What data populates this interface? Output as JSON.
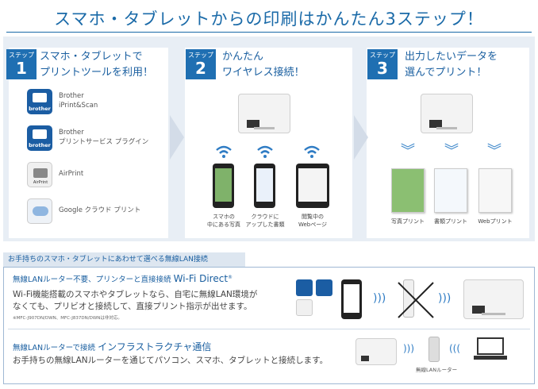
{
  "header": {
    "title": "スマホ・タブレットからの印刷はかんたん3ステップ！"
  },
  "steps": [
    {
      "label": "ステップ",
      "number": "1",
      "title_line1": "スマホ・タブレットで",
      "title_line2": "プリントツールを利用！"
    },
    {
      "label": "ステップ",
      "number": "2",
      "title_line1": "かんたん",
      "title_line2": "ワイヤレス接続！"
    },
    {
      "label": "ステップ",
      "number": "3",
      "title_line1": "出力したいデータを",
      "title_line2": "選んでプリント！"
    }
  ],
  "apps": [
    {
      "line1": "Brother",
      "line2": "iPrint&Scan",
      "icon": "brother-app-icon",
      "icon_text": "brother"
    },
    {
      "line1": "Brother",
      "line2": "プリントサービス プラグイン",
      "icon": "brother-plugin-icon",
      "icon_text": "brother"
    },
    {
      "line1": "AirPrint",
      "line2": "",
      "icon": "airprint-icon",
      "icon_text": "AirPrint"
    },
    {
      "line1": "Google クラウド プリント",
      "line2": "",
      "icon": "google-cloud-print-icon",
      "icon_text": ""
    }
  ],
  "devices": [
    {
      "line1": "スマホの",
      "line2": "中にある写真"
    },
    {
      "line1": "クラウドに",
      "line2": "アップした書類"
    },
    {
      "line1": "閲覧中の",
      "line2": "Webページ"
    }
  ],
  "outputs": [
    "写真プリント",
    "書類プリント",
    "Webプリント"
  ],
  "connection": {
    "heading": "お手持ちのスマホ・タブレットにあわせて選べる無線LAN接続",
    "wifi_direct": {
      "title_prefix": "無線LANルーター不要、プリンターと直接接続",
      "title_big": "Wi-Fi Direct",
      "title_mark": "®",
      "body_line1": "Wi-Fi機能搭載のスマホやタブレットなら、自宅に無線LAN環境が",
      "body_line2": "なくても、プリビオと接続して、直接プリント指示が出せます。",
      "note": "※MFC-J907DN/DWN、MFC-J837DN/DWNは非対応。"
    },
    "infrastructure": {
      "title_prefix": "無線LANルーターで接続",
      "title_big": "インフラストラクチャ通信",
      "body": "お手持ちの無線LANルーターを通じてパソコン、スマホ、タブレットと接続します。",
      "router_label": "無線LANルーター"
    }
  },
  "colors": {
    "accent": "#1f6fb2",
    "title": "#1a6aa8",
    "band": "#e8eef5"
  }
}
